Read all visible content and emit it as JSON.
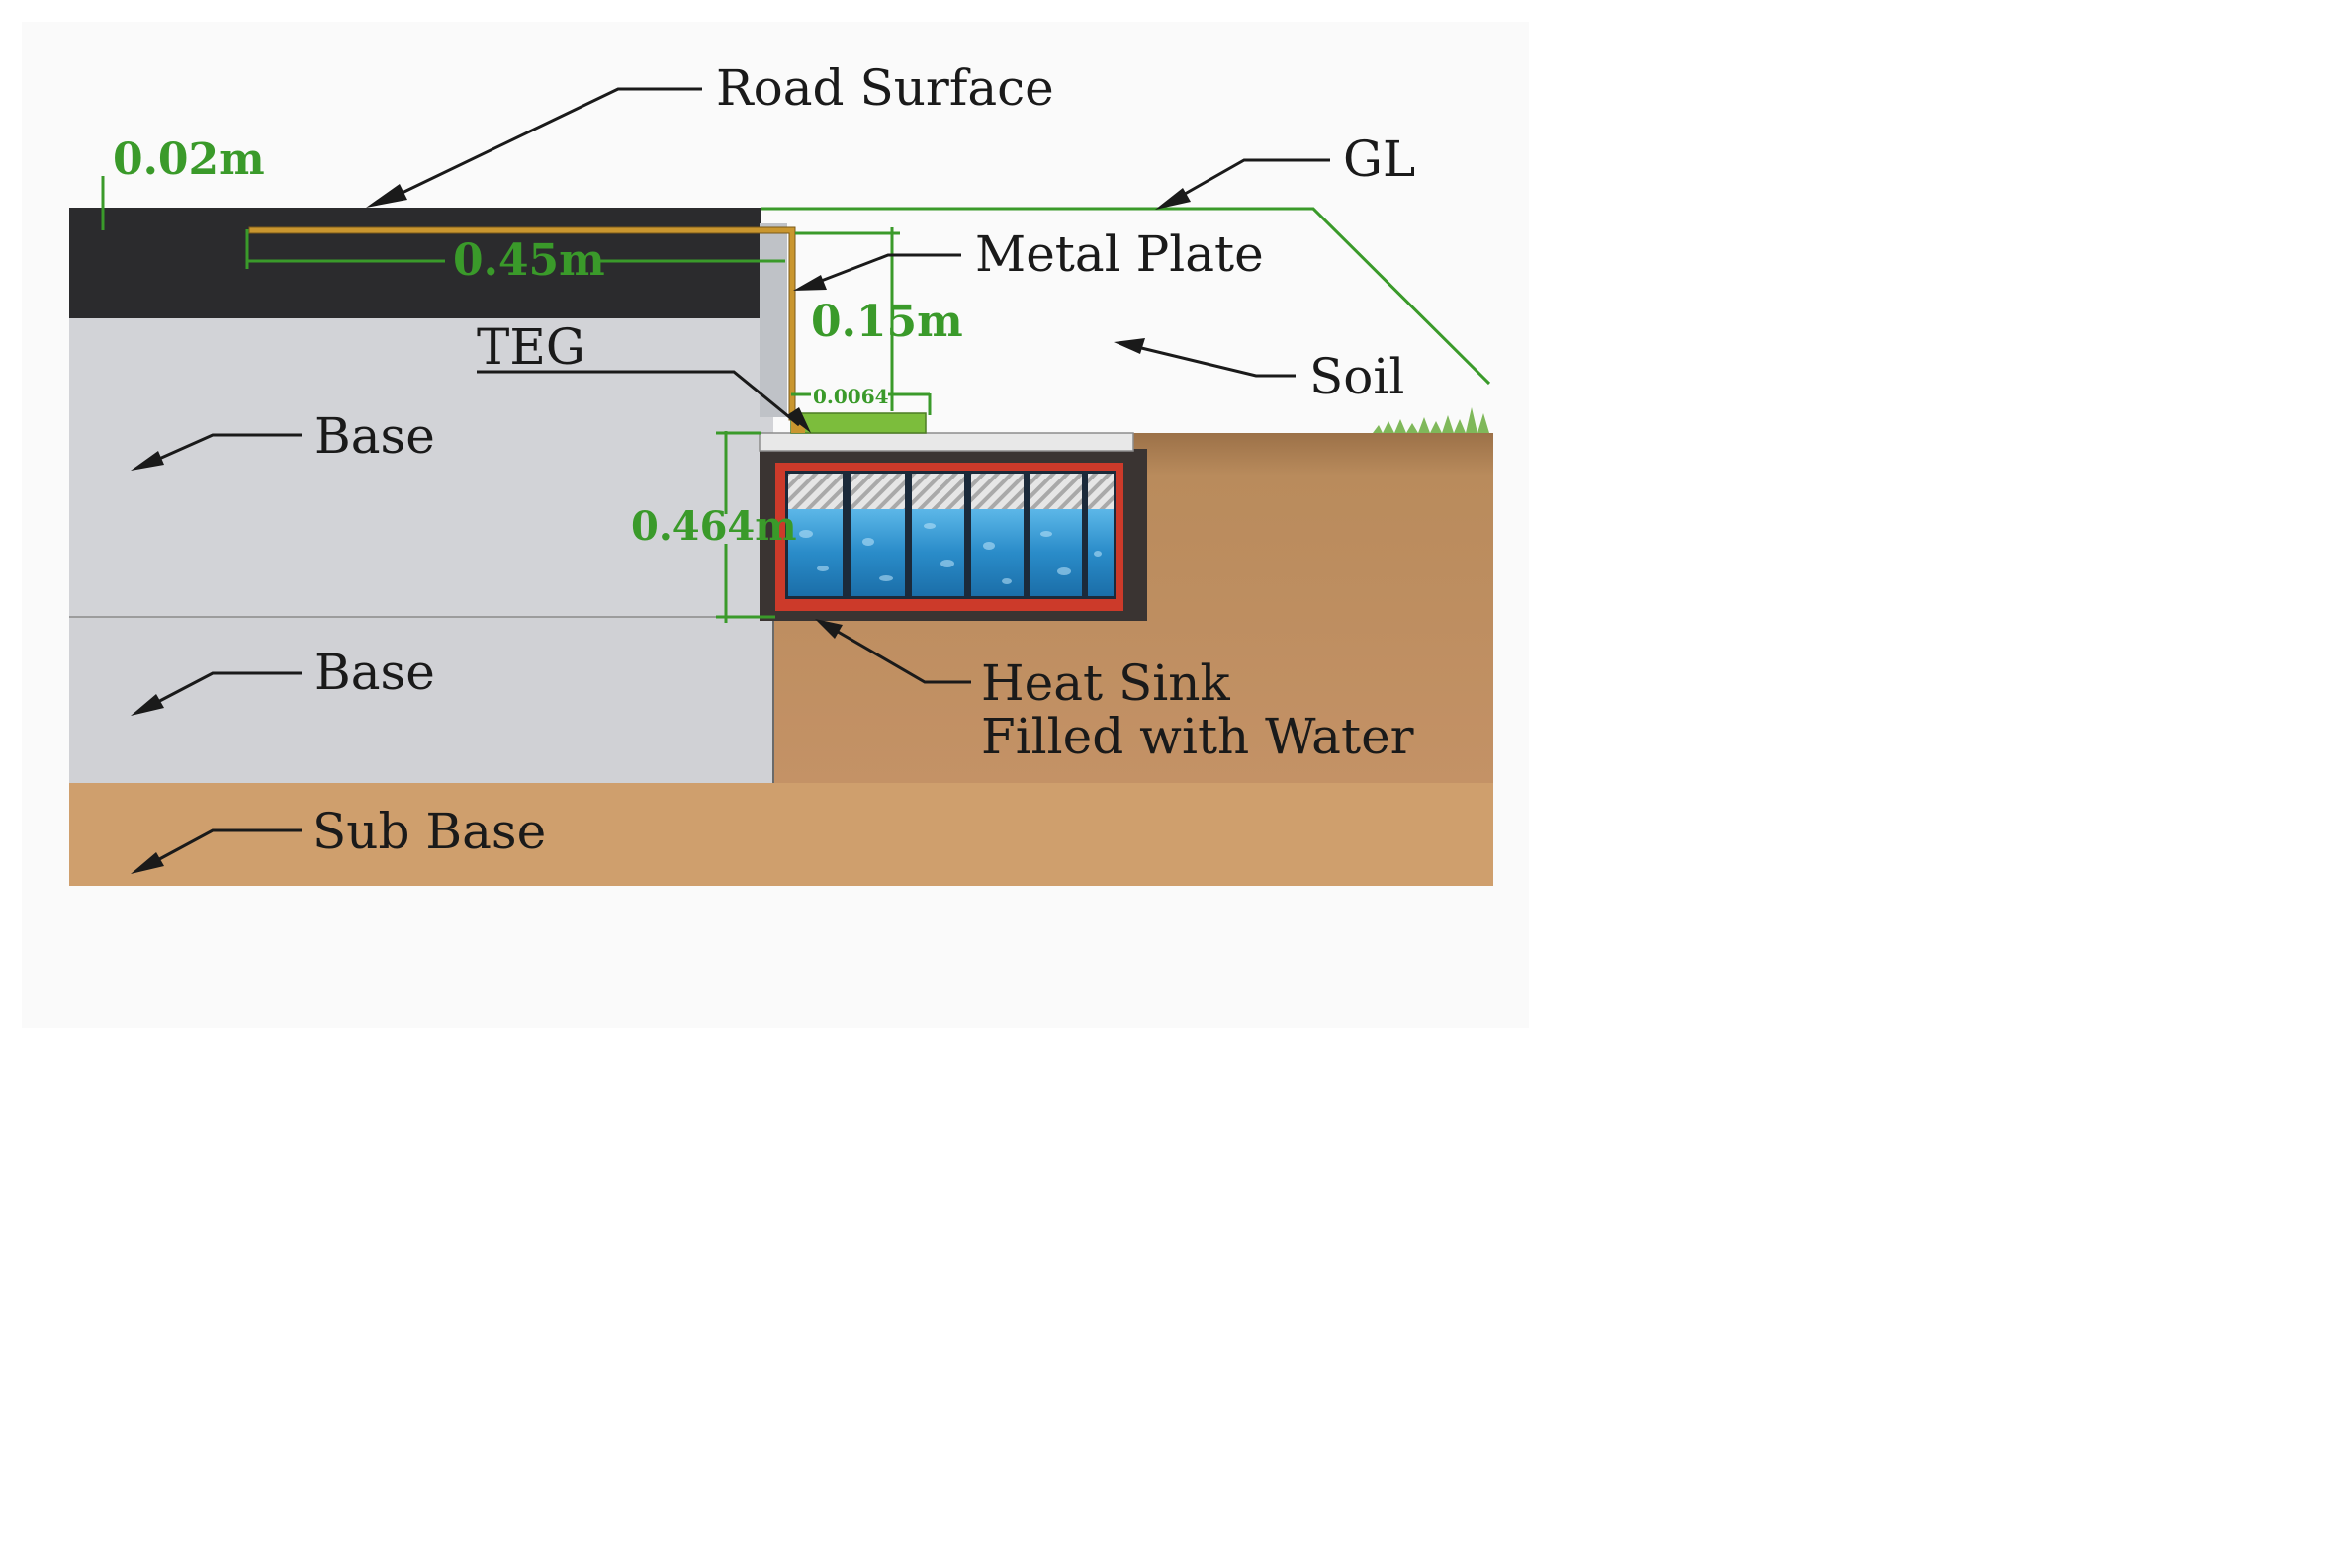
{
  "labels": {
    "road_surface": "Road Surface",
    "gl": "GL",
    "metal_plate": "Metal Plate",
    "soil": "Soil",
    "teg": "TEG",
    "base_upper": "Base",
    "base_lower": "Base",
    "heat_sink_line1": "Heat Sink",
    "heat_sink_line2": "Filled with Water",
    "sub_base": "Sub Base"
  },
  "dimensions": {
    "road_surface_thickness": "0.02m",
    "plate_length": "0.45m",
    "plate_height": "0.15m",
    "plate_thickness": "0.0064",
    "heat_sink_height": "0.464m"
  },
  "colors": {
    "asphalt": "#2b2b2d",
    "base": "#d2d3d7",
    "sub_base": "#cf9f6d",
    "soil": "#b98b5c",
    "metal_plate": "#c9962f",
    "teg": "#7cbd3c",
    "heat_sink_frame": "#cc3a2a",
    "water": "#2f8ec8",
    "dimension": "#3a9a2a"
  }
}
